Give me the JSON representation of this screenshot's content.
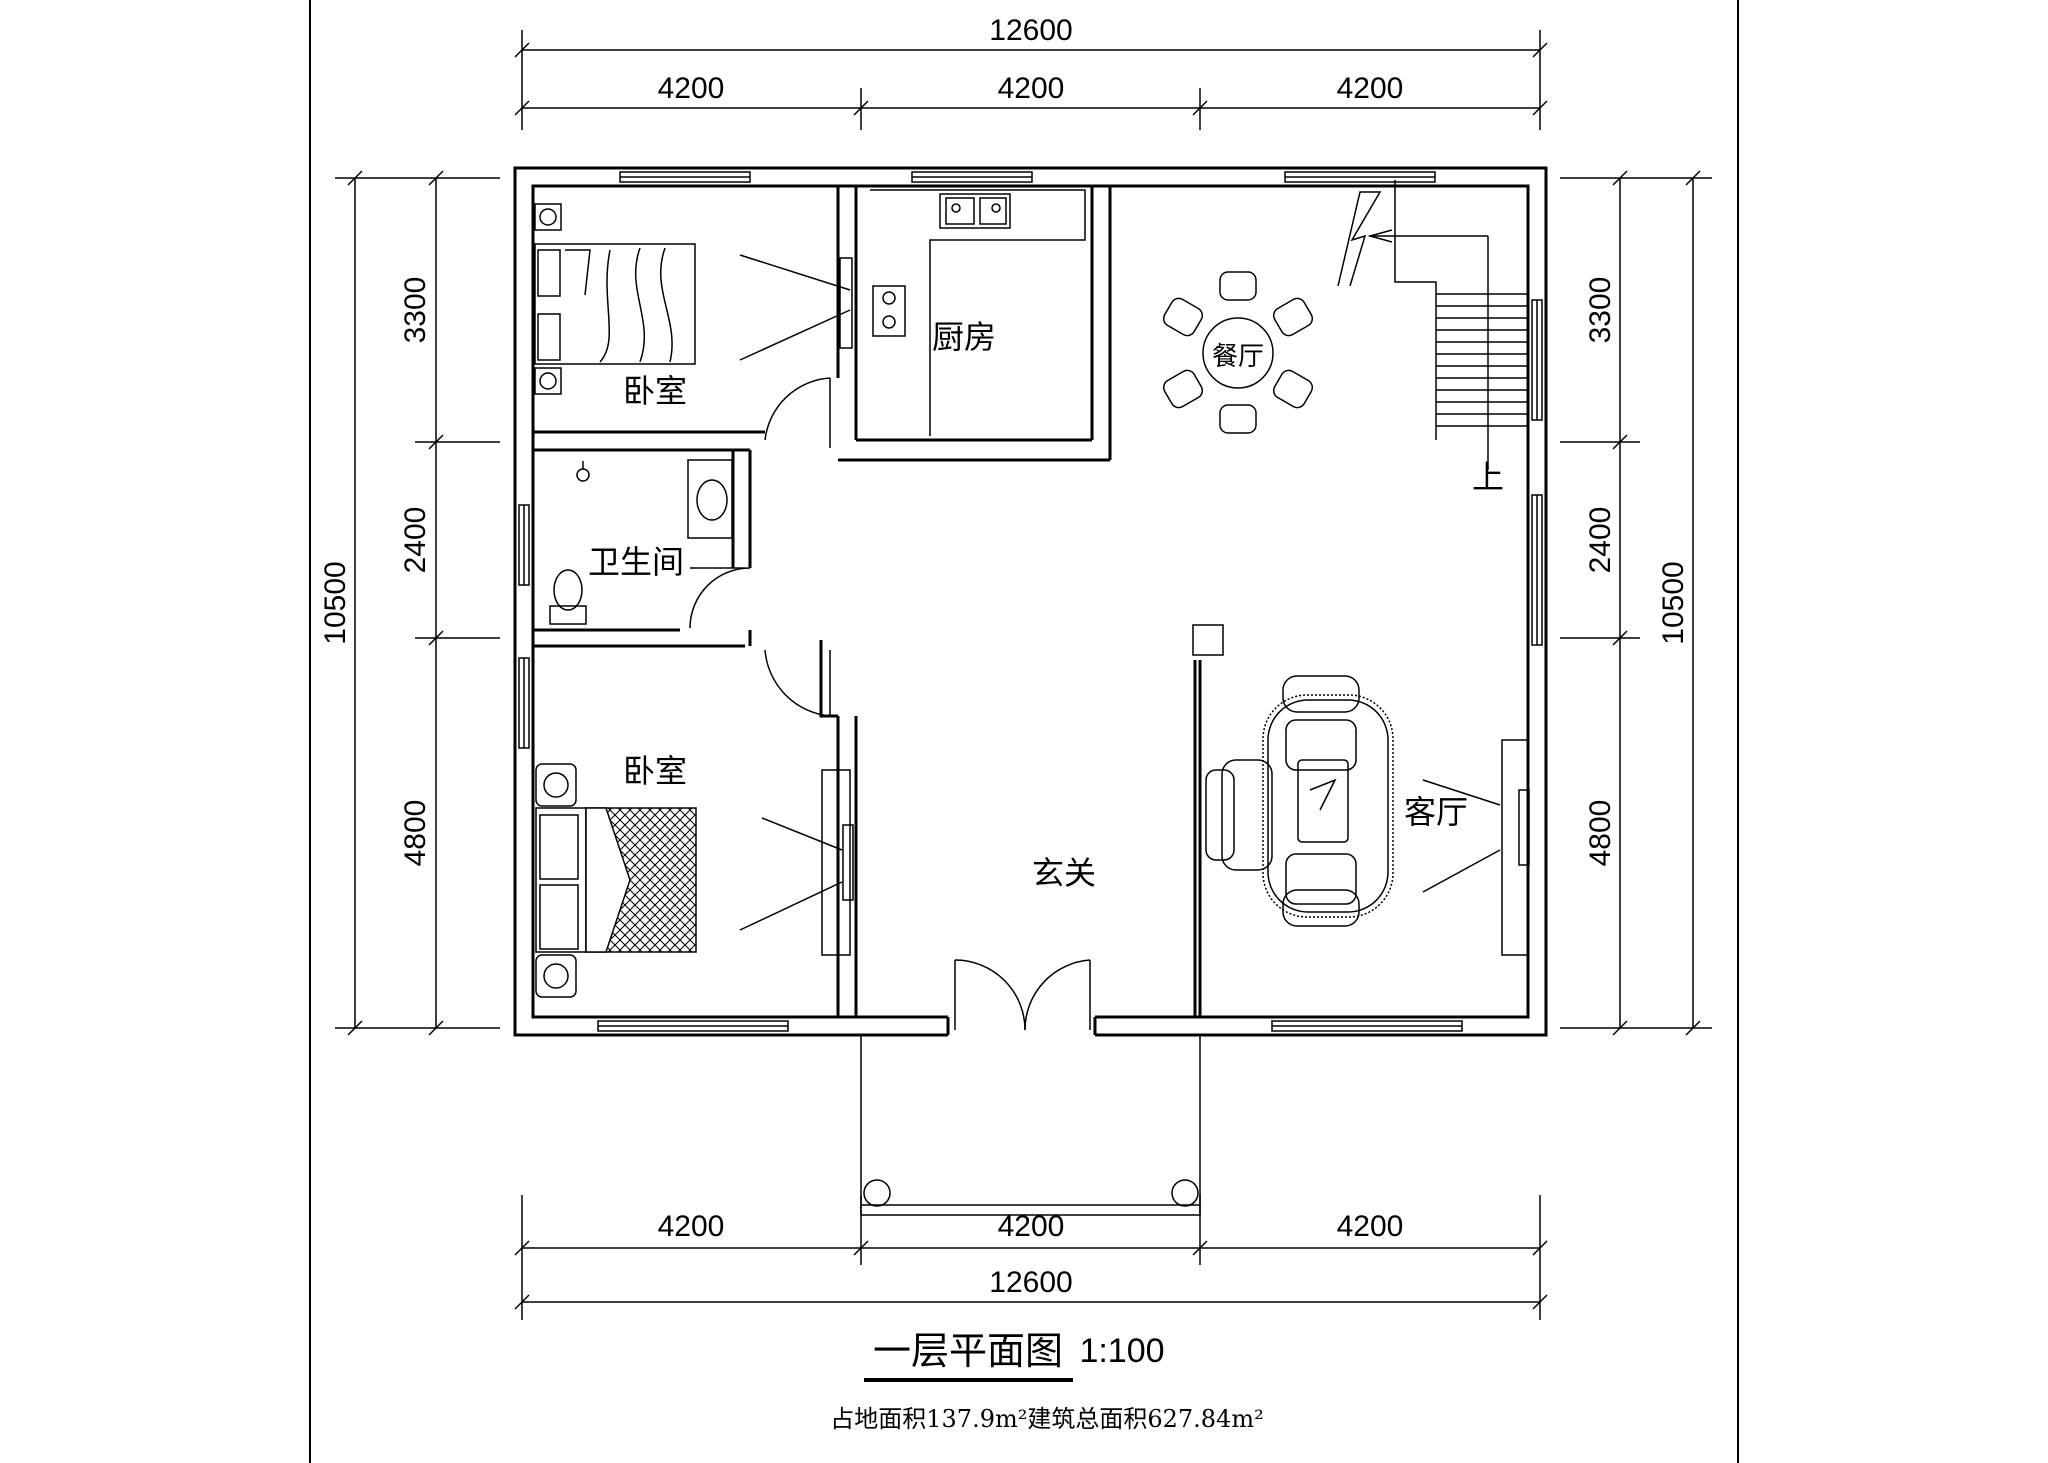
{
  "dimensions": {
    "top_total": "12600",
    "top_segments": [
      "4200",
      "4200",
      "4200"
    ],
    "bottom_segments": [
      "4200",
      "4200",
      "4200"
    ],
    "bottom_total": "12600",
    "left_total": "10500",
    "left_segments": [
      "3300",
      "2400",
      "4800"
    ],
    "right_total": "10500",
    "right_segments": [
      "3300",
      "2400",
      "4800"
    ]
  },
  "rooms": {
    "bedroom_top": "卧室",
    "kitchen": "厨房",
    "dining": "餐厅",
    "bathroom": "卫生间",
    "bedroom_bottom": "卧室",
    "entrance": "玄关",
    "living": "客厅"
  },
  "stair_label": "上",
  "title": "一层平面图",
  "scale": "1:100",
  "area_note": "占地面积137.9m²建筑总面积627.84m²"
}
